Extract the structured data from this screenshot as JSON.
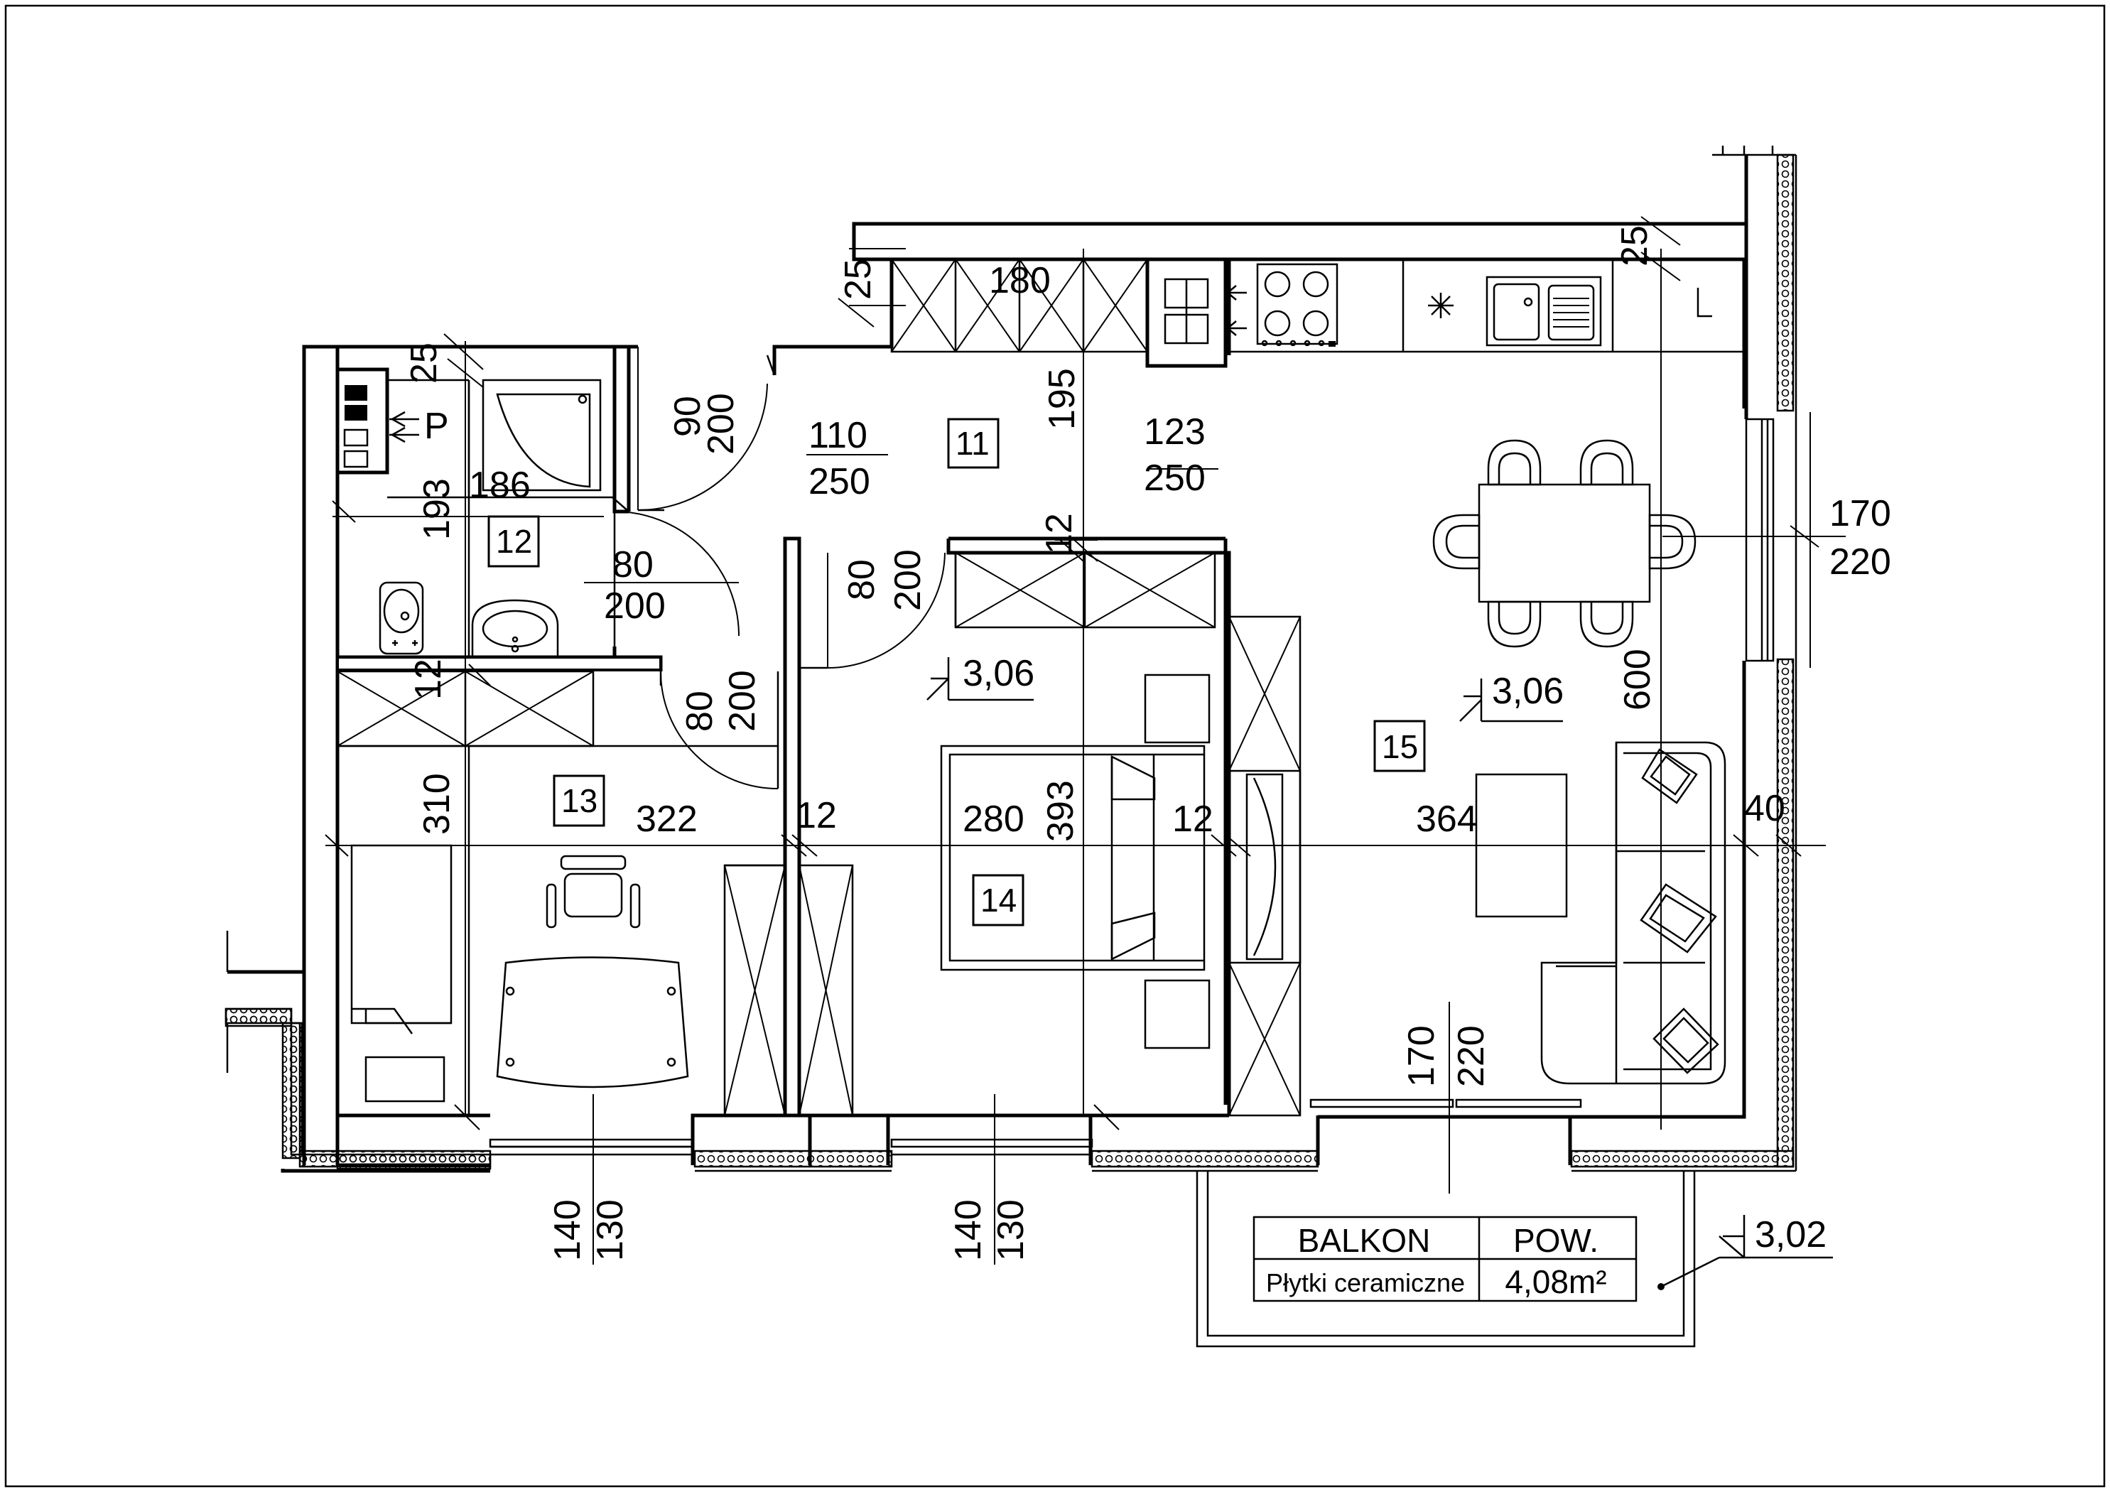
{
  "rooms": [
    "11",
    "12",
    "13",
    "14",
    "15"
  ],
  "dims": {
    "bath_top": "25",
    "bath_w": "186",
    "bath_h": "193",
    "bath_door_w": "80",
    "bath_door_h": "200",
    "wall_12_bath": "12",
    "entry_door_w": "90",
    "entry_door_h": "200",
    "kitchen_top": "25",
    "wardrobe_w": "180",
    "hall_h": "195",
    "hall_door_w": "110",
    "hall_door_h": "250",
    "living_door_w": "123",
    "living_door_h": "250",
    "corner_top": "25",
    "room13_door_w": "80",
    "room13_door_h": "200",
    "room14_door_w": "80",
    "room14_door_h": "200",
    "wall_12_top14": "12",
    "room13_h": "310",
    "room13_w": "322",
    "wall_12_13": "12",
    "room14_w": "280",
    "room14_h": "393",
    "wall_12_14": "12",
    "room15_w": "364",
    "room15_h": "600",
    "ext_wall": "40",
    "win15_w": "170",
    "win15_h": "220",
    "balc_door_w": "170",
    "balc_door_h": "220",
    "win13_w": "140",
    "win13_h": "130",
    "win14_w": "140",
    "win14_h": "130"
  },
  "levels": {
    "room14": "3,06",
    "room15": "3,06",
    "balcony": "3,02"
  },
  "symbols": {
    "meter_box_mark": "P",
    "fridge_mark": "L"
  },
  "balcony_table": {
    "name": "BALKON",
    "area_header": "POW.",
    "finish": "Płytki ceramiczne",
    "area": "4,08m²"
  }
}
